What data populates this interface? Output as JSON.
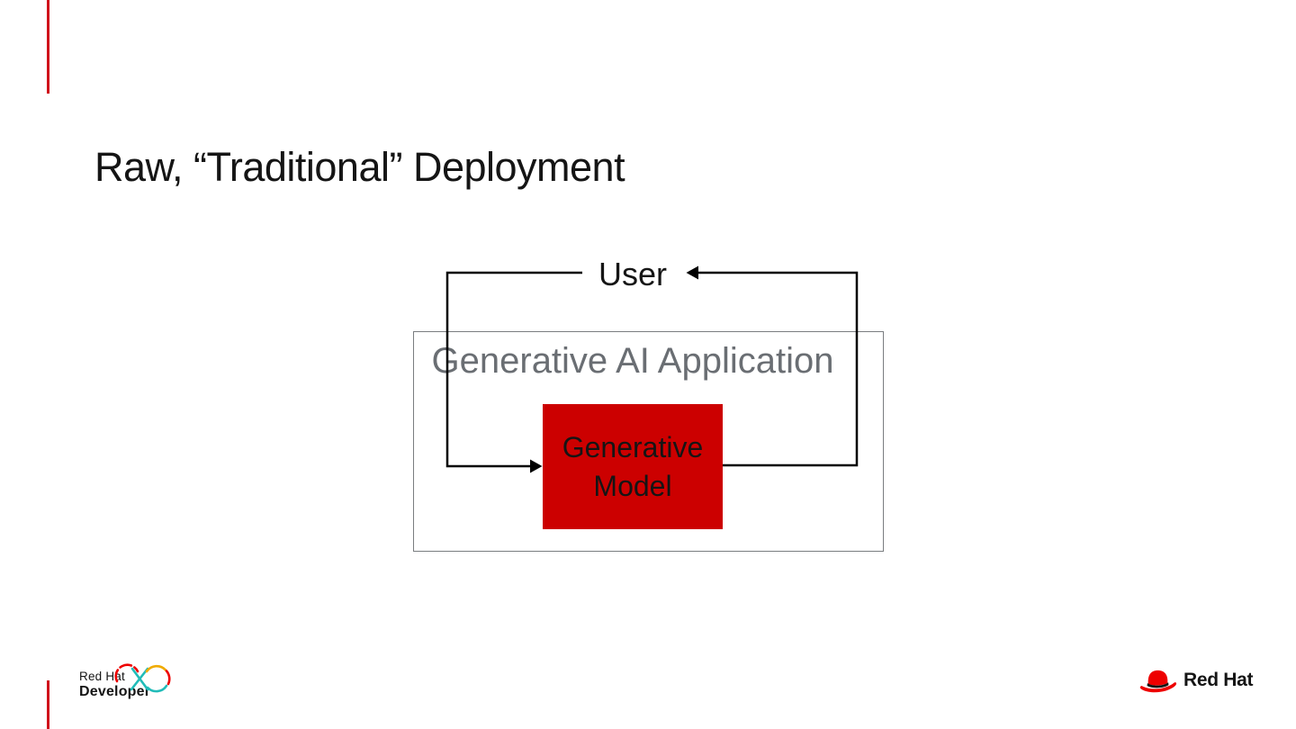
{
  "slide": {
    "title": "Raw, “Traditional” Deployment"
  },
  "diagram": {
    "user_label": "User",
    "app_box_label": "Generative AI Application",
    "model_box_line1": "Generative",
    "model_box_line2": "Model",
    "flow": [
      {
        "from": "User",
        "to": "Generative Model"
      },
      {
        "from": "Generative Model",
        "to": "User"
      }
    ]
  },
  "footer": {
    "developer_logo": {
      "line1": "Red Hat",
      "line2": "Developer"
    },
    "redhat_logo_text": "Red Hat"
  },
  "colors": {
    "accent_red_line": "#d0121b",
    "model_box_red": "#cc0000",
    "brand_red": "#ee0000",
    "gray_text": "#6a6e73",
    "gray_border": "#7a7d80",
    "ink": "#151515",
    "connector_black": "#000000",
    "dev_mark_teal": "#22bcb9",
    "dev_mark_gold": "#f0ab00"
  }
}
